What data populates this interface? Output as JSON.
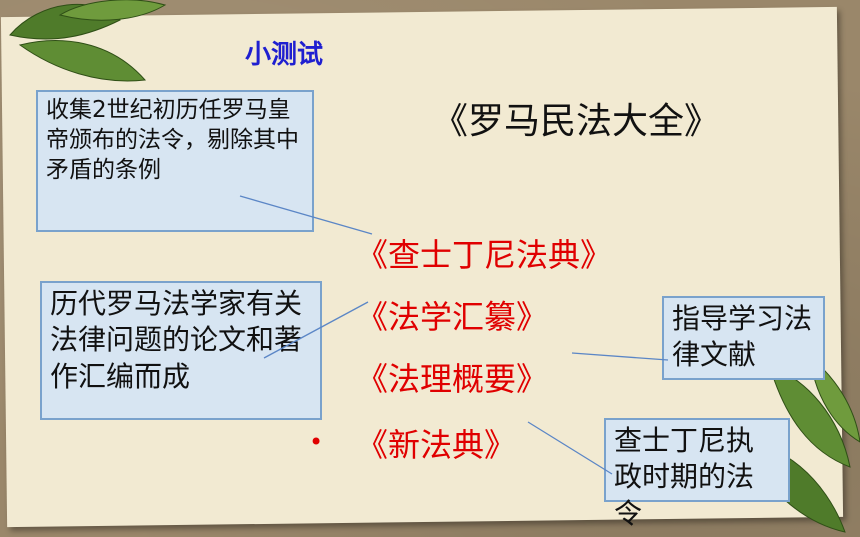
{
  "title": "小测试",
  "heading": "《罗马民法大全》",
  "red_items": [
    "《查士丁尼法典》",
    "《法学汇纂》",
    "《法理概要》",
    "《新法典》"
  ],
  "bullet": "•",
  "boxes": {
    "box1": "收集2世纪初历任罗马皇帝颁布的法令，剔除其中矛盾的条例",
    "box2": "历代罗马法学家有关法律问题的论文和著作汇编而成",
    "box3": "指导学习法律文献",
    "box4": "查士丁尼执政时期的法令"
  },
  "colors": {
    "title": "#1f1fd0",
    "red": "#e00000",
    "box_fill": "#d7e5f2",
    "box_border": "#7aa2cc",
    "line": "#5b86c6"
  }
}
